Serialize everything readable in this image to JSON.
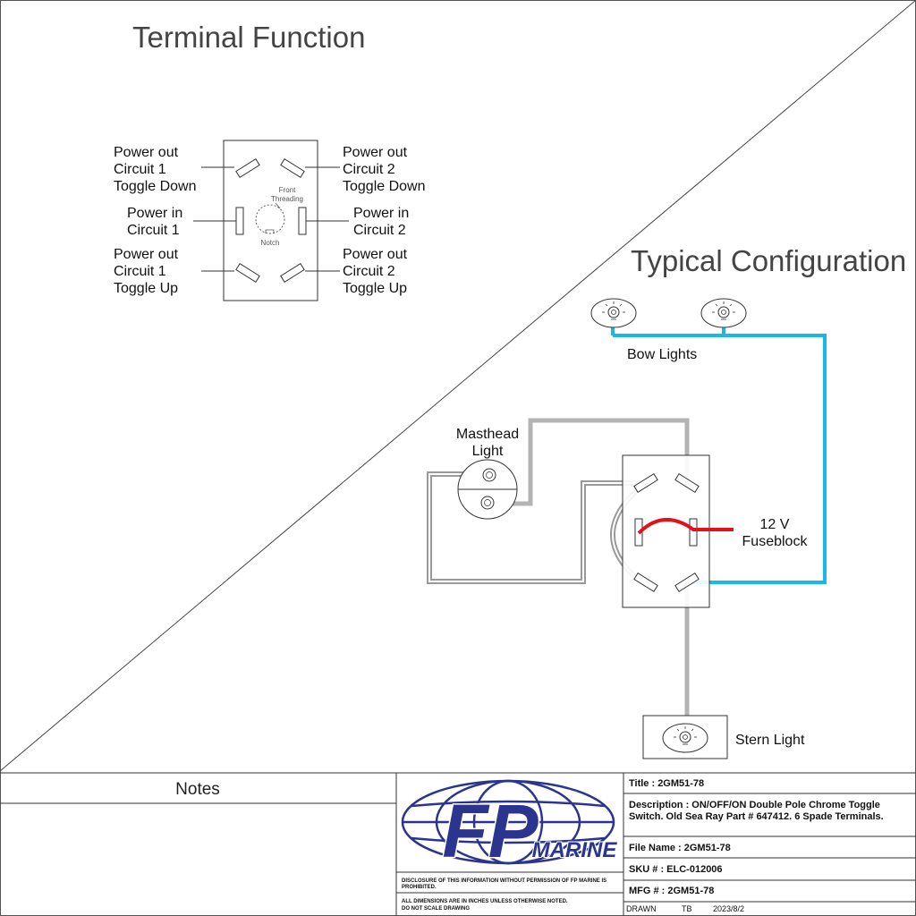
{
  "terminal_function": {
    "title": "Terminal Function",
    "labels": {
      "c1_down": [
        "Power out",
        "Circuit 1",
        "Toggle Down"
      ],
      "c2_down": [
        "Power out",
        "Circuit 2",
        "Toggle Down"
      ],
      "c1_in": [
        "Power in",
        "Circuit 1"
      ],
      "c2_in": [
        "Power in",
        "Circuit 2"
      ],
      "c1_up": [
        "Power out",
        "Circuit 1",
        "Toggle Up"
      ],
      "c2_up": [
        "Power out",
        "Circuit 2",
        "Toggle Up"
      ]
    },
    "front_threading": [
      "Front",
      "Threading"
    ],
    "notch": "Notch"
  },
  "typical_configuration": {
    "title": "Typical Configuration",
    "bow_lights": "Bow Lights",
    "masthead": [
      "Masthead",
      "Light"
    ],
    "fuseblock": [
      "12 V",
      "Fuseblock"
    ],
    "stern_light": "Stern Light",
    "colors": {
      "bow_wire": "#1bb7e6",
      "power_wire": "#e0121b",
      "ground_wire": "#b3b3b3"
    }
  },
  "notes": {
    "title": "Notes"
  },
  "logo": {
    "letters": "FP",
    "word": "MARINE",
    "color": "#2b3590"
  },
  "disclaimers": {
    "line1": "DISCLOSURE OF THIS INFORMATION WITHOUT PERMISSION OF FP MARINE IS",
    "line2": "PROHIBITED.",
    "line3": "ALL DIMENSIONS ARE IN INCHES UNLESS OTHERWISE NOTED.",
    "line4": "DO NOT SCALE DRAWING"
  },
  "title_block": {
    "title": "Title : 2GM51-78",
    "description_1": "Description : ON/OFF/ON Double Pole Chrome Toggle",
    "description_2": "Switch. Old Sea Ray Part # 647412. 6 Spade Terminals.",
    "file_name": "File Name : 2GM51-78",
    "sku": "SKU # : ELC-012006",
    "mfg": "MFG # : 2GM51-78",
    "drawn_label": "DRAWN",
    "drawn_by": "TB",
    "date": "2023/8/2"
  }
}
